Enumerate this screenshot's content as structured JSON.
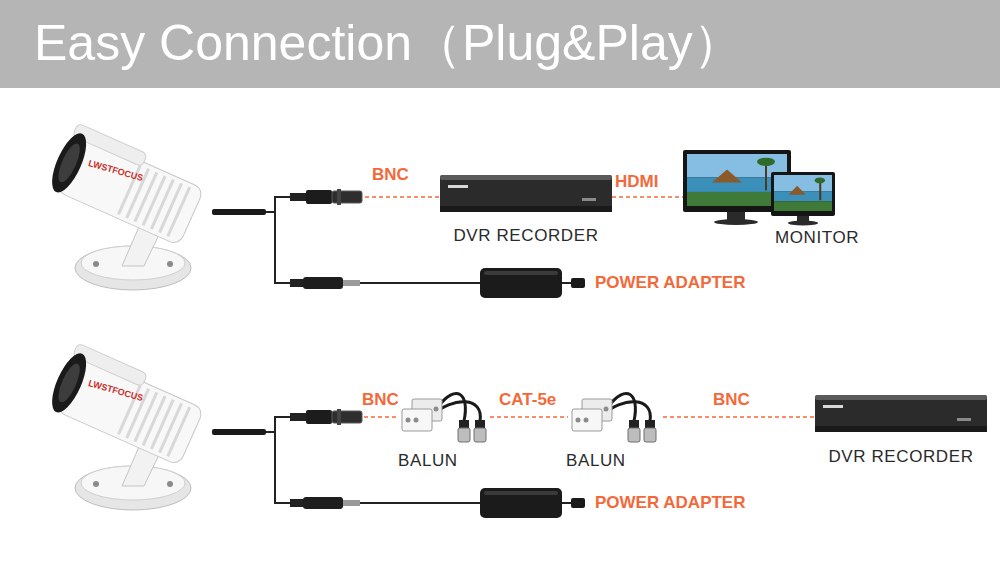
{
  "diagram": {
    "title": "Easy Connection（Plug&Play）",
    "nodes": [
      {
        "text": [
          "LWSTFOCUS"
        ]
      },
      {
        "text": [
          "DVR RECORDER"
        ]
      },
      {
        "text": [
          "MONITOR"
        ]
      },
      {
        "text": [
          "POWER ADAPTER"
        ]
      },
      {
        "text": [
          "LWSTFOCUS"
        ]
      },
      {
        "text": [
          "BALUN"
        ]
      },
      {
        "text": [
          "BALUN"
        ]
      },
      {
        "text": [
          "DVR RECORDER"
        ]
      },
      {
        "text": [
          "POWER ADAPTER"
        ]
      }
    ],
    "edges": [
      {
        "from": 0,
        "to": 1,
        "arrow": "none",
        "label": "BNC"
      },
      {
        "from": 1,
        "to": 2,
        "arrow": "none",
        "label": "HDMI"
      },
      {
        "from": 0,
        "to": 3,
        "arrow": "none"
      },
      {
        "from": 4,
        "to": 5,
        "arrow": "none",
        "label": "BNC"
      },
      {
        "from": 5,
        "to": 6,
        "arrow": "none",
        "label": "CAT-5e"
      },
      {
        "from": 6,
        "to": 7,
        "arrow": "none",
        "label": "BNC"
      },
      {
        "from": 4,
        "to": 8,
        "arrow": "none"
      }
    ]
  }
}
